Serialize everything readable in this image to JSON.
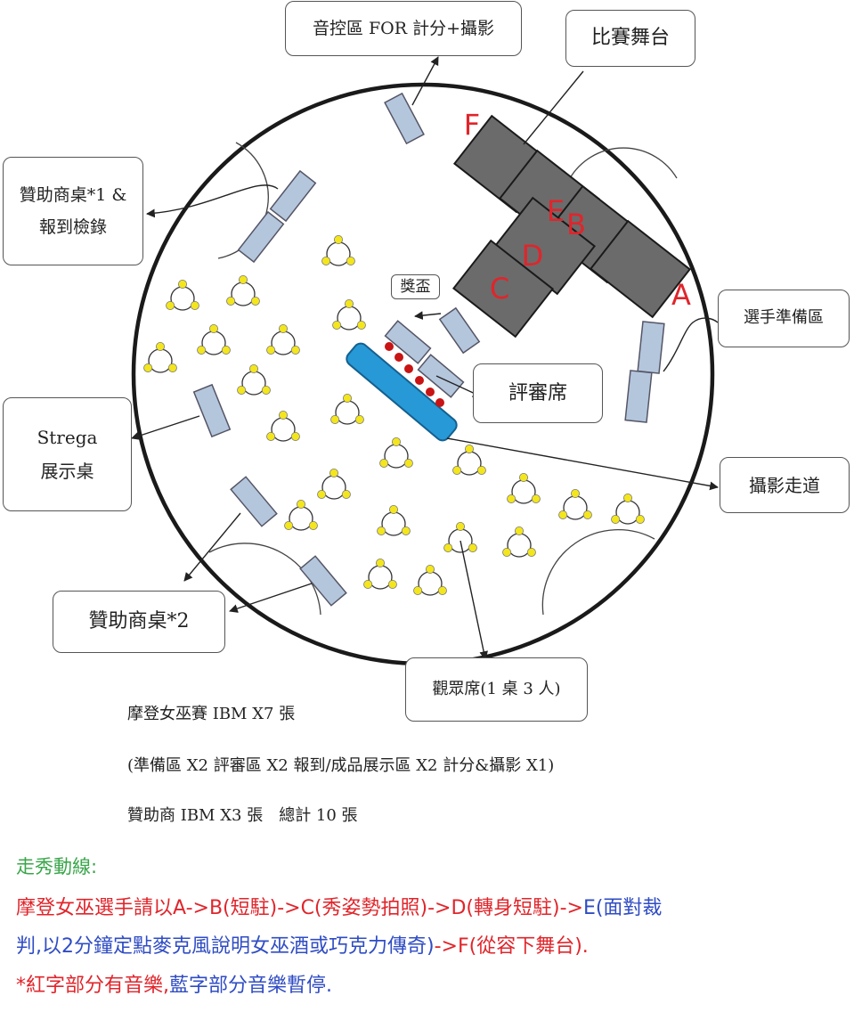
{
  "venue": {
    "labels": {
      "sound_booth": "音控區 FOR 計分+攝影",
      "stage": "比賽舞台",
      "sponsor_checkin_line1": "贊助商桌*1 &",
      "sponsor_checkin_line2": "報到檢錄",
      "trophy": "獎盃",
      "contestant_prep": "選手準備區",
      "judges": "評審席",
      "strega_line1": "Strega",
      "strega_line2": "展示桌",
      "photo_aisle": "攝影走道",
      "sponsor2": "贊助商桌*2",
      "audience": "觀眾席(1 桌 3 人)"
    },
    "stage_letters": [
      "A",
      "B",
      "C",
      "D",
      "E",
      "F"
    ],
    "colors": {
      "stage": "#6b6b6b",
      "table": "#b4c6dc",
      "judges_table": "#2799d6",
      "judge_seat": "#c81414",
      "audience_seat": "#f3e51e",
      "letters": "#e0252b"
    }
  },
  "notes": {
    "line1": "摩登女巫賽 IBM X7 張",
    "line2": "(準備區 X2 評審區 X2 報到/成品展示區 X2 計分&攝影 X1)",
    "line3": "贊助商 IBM X3 張　總計 10 張"
  },
  "flow": {
    "heading": "走秀動線:",
    "line1_red": "摩登女巫選手請以A->B(短駐)->C(秀姿勢拍照)->D(轉身短駐)->",
    "line1_blue": "E(面對裁",
    "line2_blue": "判,以2分鐘定點麥克風說明女巫酒或巧克力傳奇)",
    "line2_red": "->F(從容下舞台).",
    "line3_red": "*紅字部分有音樂,",
    "line3_blue": "藍字部分音樂暫停."
  }
}
